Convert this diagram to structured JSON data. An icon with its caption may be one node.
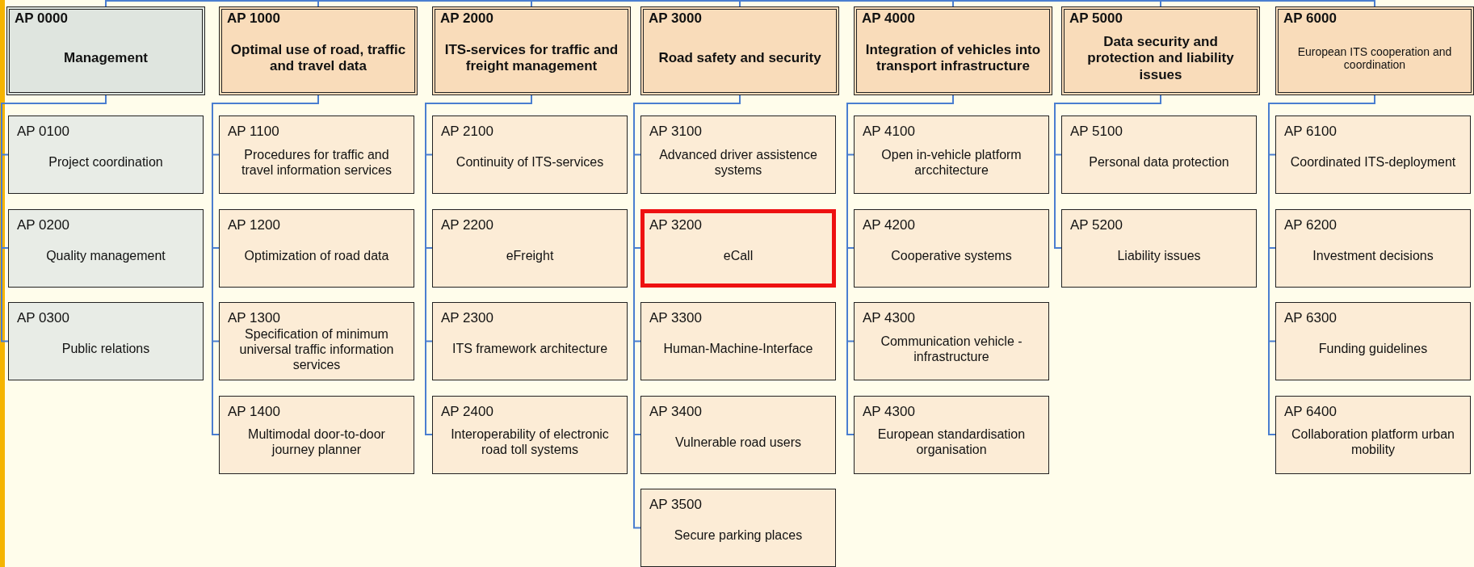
{
  "diagram": {
    "nodes": [
      {
        "text": [
          "AP 0000",
          "Management"
        ]
      },
      {
        "text": [
          "AP 0100",
          "Project coordination"
        ]
      },
      {
        "text": [
          "AP 0200",
          "Quality management"
        ]
      },
      {
        "text": [
          "AP 0300",
          "Public relations"
        ]
      },
      {
        "text": [
          "AP 1000",
          "Optimal use of road, traffic and travel data"
        ]
      },
      {
        "text": [
          "AP 1100",
          "Procedures for traffic and travel information services"
        ]
      },
      {
        "text": [
          "AP 1200",
          "Optimization of road data"
        ]
      },
      {
        "text": [
          "AP 1300",
          "Specification of minimum universal traffic information services"
        ]
      },
      {
        "text": [
          "AP 1400",
          "Multimodal door-to-door journey planner"
        ]
      },
      {
        "text": [
          "AP 2000",
          "ITS-services for traffic and freight management"
        ]
      },
      {
        "text": [
          "AP 2100",
          "Continuity of ITS-services"
        ]
      },
      {
        "text": [
          "AP 2200",
          "eFreight"
        ]
      },
      {
        "text": [
          "AP 2300",
          "ITS framework architecture"
        ]
      },
      {
        "text": [
          "AP 2400",
          "Interoperability of electronic road toll systems"
        ]
      },
      {
        "text": [
          "AP 3000",
          "Road safety and security"
        ]
      },
      {
        "text": [
          "AP 3100",
          "Advanced driver assistence systems"
        ]
      },
      {
        "text": [
          "AP 3200",
          "eCall"
        ]
      },
      {
        "text": [
          "AP 3300",
          "Human-Machine-Interface"
        ]
      },
      {
        "text": [
          "AP 3400",
          "Vulnerable road users"
        ]
      },
      {
        "text": [
          "AP 3500",
          "Secure parking places"
        ]
      },
      {
        "text": [
          "AP 4000",
          "Integration of vehicles into transport infrastructure"
        ]
      },
      {
        "text": [
          "AP 4100",
          "Open in-vehicle platform arcchitecture"
        ]
      },
      {
        "text": [
          "AP 4200",
          "Cooperative systems"
        ]
      },
      {
        "text": [
          "AP 4300",
          "Communication vehicle - infrastructure"
        ]
      },
      {
        "text": [
          "AP 4300",
          "European standardisation organisation"
        ]
      },
      {
        "text": [
          "AP 5000",
          "Data security and protection and liability issues"
        ]
      },
      {
        "text": [
          "AP 5100",
          "Personal data protection"
        ]
      },
      {
        "text": [
          "AP 5200",
          "Liability issues"
        ]
      },
      {
        "text": [
          "AP 6000",
          "European ITS cooperation and coordination"
        ]
      },
      {
        "text": [
          "AP 6100",
          "Coordinated ITS-deployment"
        ]
      },
      {
        "text": [
          "AP 6200",
          "Investment decisions"
        ]
      },
      {
        "text": [
          "AP 6300",
          "Funding guidelines"
        ]
      },
      {
        "text": [
          "AP 6400",
          "Collaboration platform urban mobility"
        ]
      },
      {
        "text": [],
        "shape": "bar"
      }
    ],
    "edges": [
      {
        "from": 33,
        "to": 0,
        "arrow": "none"
      },
      {
        "from": 33,
        "to": 4,
        "arrow": "none"
      },
      {
        "from": 33,
        "to": 9,
        "arrow": "none"
      },
      {
        "from": 33,
        "to": 14,
        "arrow": "none"
      },
      {
        "from": 33,
        "to": 20,
        "arrow": "none"
      },
      {
        "from": 33,
        "to": 25,
        "arrow": "none"
      },
      {
        "from": 33,
        "to": 28,
        "arrow": "none"
      },
      {
        "from": 0,
        "to": 1,
        "arrow": "none"
      },
      {
        "from": 0,
        "to": 2,
        "arrow": "none"
      },
      {
        "from": 0,
        "to": 3,
        "arrow": "none"
      },
      {
        "from": 4,
        "to": 5,
        "arrow": "none"
      },
      {
        "from": 4,
        "to": 6,
        "arrow": "none"
      },
      {
        "from": 4,
        "to": 7,
        "arrow": "none"
      },
      {
        "from": 4,
        "to": 8,
        "arrow": "none"
      },
      {
        "from": 9,
        "to": 10,
        "arrow": "none"
      },
      {
        "from": 9,
        "to": 11,
        "arrow": "none"
      },
      {
        "from": 9,
        "to": 12,
        "arrow": "none"
      },
      {
        "from": 9,
        "to": 13,
        "arrow": "none"
      },
      {
        "from": 14,
        "to": 15,
        "arrow": "none"
      },
      {
        "from": 14,
        "to": 16,
        "arrow": "none"
      },
      {
        "from": 14,
        "to": 17,
        "arrow": "none"
      },
      {
        "from": 14,
        "to": 18,
        "arrow": "none"
      },
      {
        "from": 14,
        "to": 19,
        "arrow": "none"
      },
      {
        "from": 20,
        "to": 21,
        "arrow": "none"
      },
      {
        "from": 20,
        "to": 22,
        "arrow": "none"
      },
      {
        "from": 20,
        "to": 23,
        "arrow": "none"
      },
      {
        "from": 20,
        "to": 24,
        "arrow": "none"
      },
      {
        "from": 25,
        "to": 26,
        "arrow": "none"
      },
      {
        "from": 25,
        "to": 27,
        "arrow": "none"
      },
      {
        "from": 28,
        "to": 29,
        "arrow": "none"
      },
      {
        "from": 28,
        "to": 30,
        "arrow": "none"
      },
      {
        "from": 28,
        "to": 31,
        "arrow": "none"
      },
      {
        "from": 28,
        "to": 32,
        "arrow": "none"
      }
    ]
  }
}
